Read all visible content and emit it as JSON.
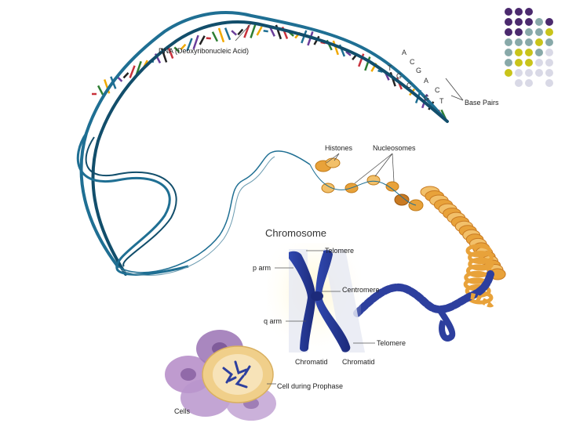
{
  "labels": {
    "dna": "DNA (Deoxyribonucleic Acid)",
    "base_pairs": "Base Pairs",
    "histones": "Histones",
    "nucleosomes": "Nucleosomes",
    "chromosome": "Chromosome",
    "telomere_top": "Telomere",
    "p_arm": "p arm",
    "centromere": "Centromere",
    "q_arm": "q arm",
    "telomere_bottom": "Telomere",
    "chromatid_left": "Chromatid",
    "chromatid_right": "Chromatid",
    "cell_prophase": "Cell during Prophase",
    "cells": "Cells"
  },
  "bases": [
    "A",
    "T",
    "C",
    "G",
    "G",
    "C",
    "A",
    "C",
    "G",
    "T"
  ],
  "colors": {
    "dna_backbone": "#1f6f93",
    "histone": "#e8a23a",
    "chromosome": "#2d3f9e",
    "cell": "#b48ac7",
    "nucleus": "#f3d9a0",
    "dot_purple": "#4b2a6e",
    "dot_teal": "#88a9a9",
    "dot_yellow": "#c9c41a",
    "dot_lavender": "#d9d9e6"
  },
  "dot_grid": [
    [
      "dot_purple",
      "dot_purple",
      "dot_purple",
      "",
      ""
    ],
    [
      "dot_purple",
      "dot_purple",
      "dot_purple",
      "dot_teal",
      "dot_purple"
    ],
    [
      "dot_purple",
      "dot_purple",
      "dot_teal",
      "dot_teal",
      "dot_yellow"
    ],
    [
      "dot_teal",
      "dot_teal",
      "dot_teal",
      "dot_yellow",
      "dot_teal"
    ],
    [
      "dot_teal",
      "dot_yellow",
      "dot_yellow",
      "dot_teal",
      "dot_lavender"
    ],
    [
      "dot_teal",
      "dot_yellow",
      "dot_yellow",
      "dot_lavender",
      "dot_lavender"
    ],
    [
      "dot_yellow",
      "dot_lavender",
      "dot_lavender",
      "dot_lavender",
      "dot_lavender"
    ],
    [
      "",
      "dot_lavender",
      "dot_lavender",
      "",
      "dot_lavender"
    ]
  ]
}
